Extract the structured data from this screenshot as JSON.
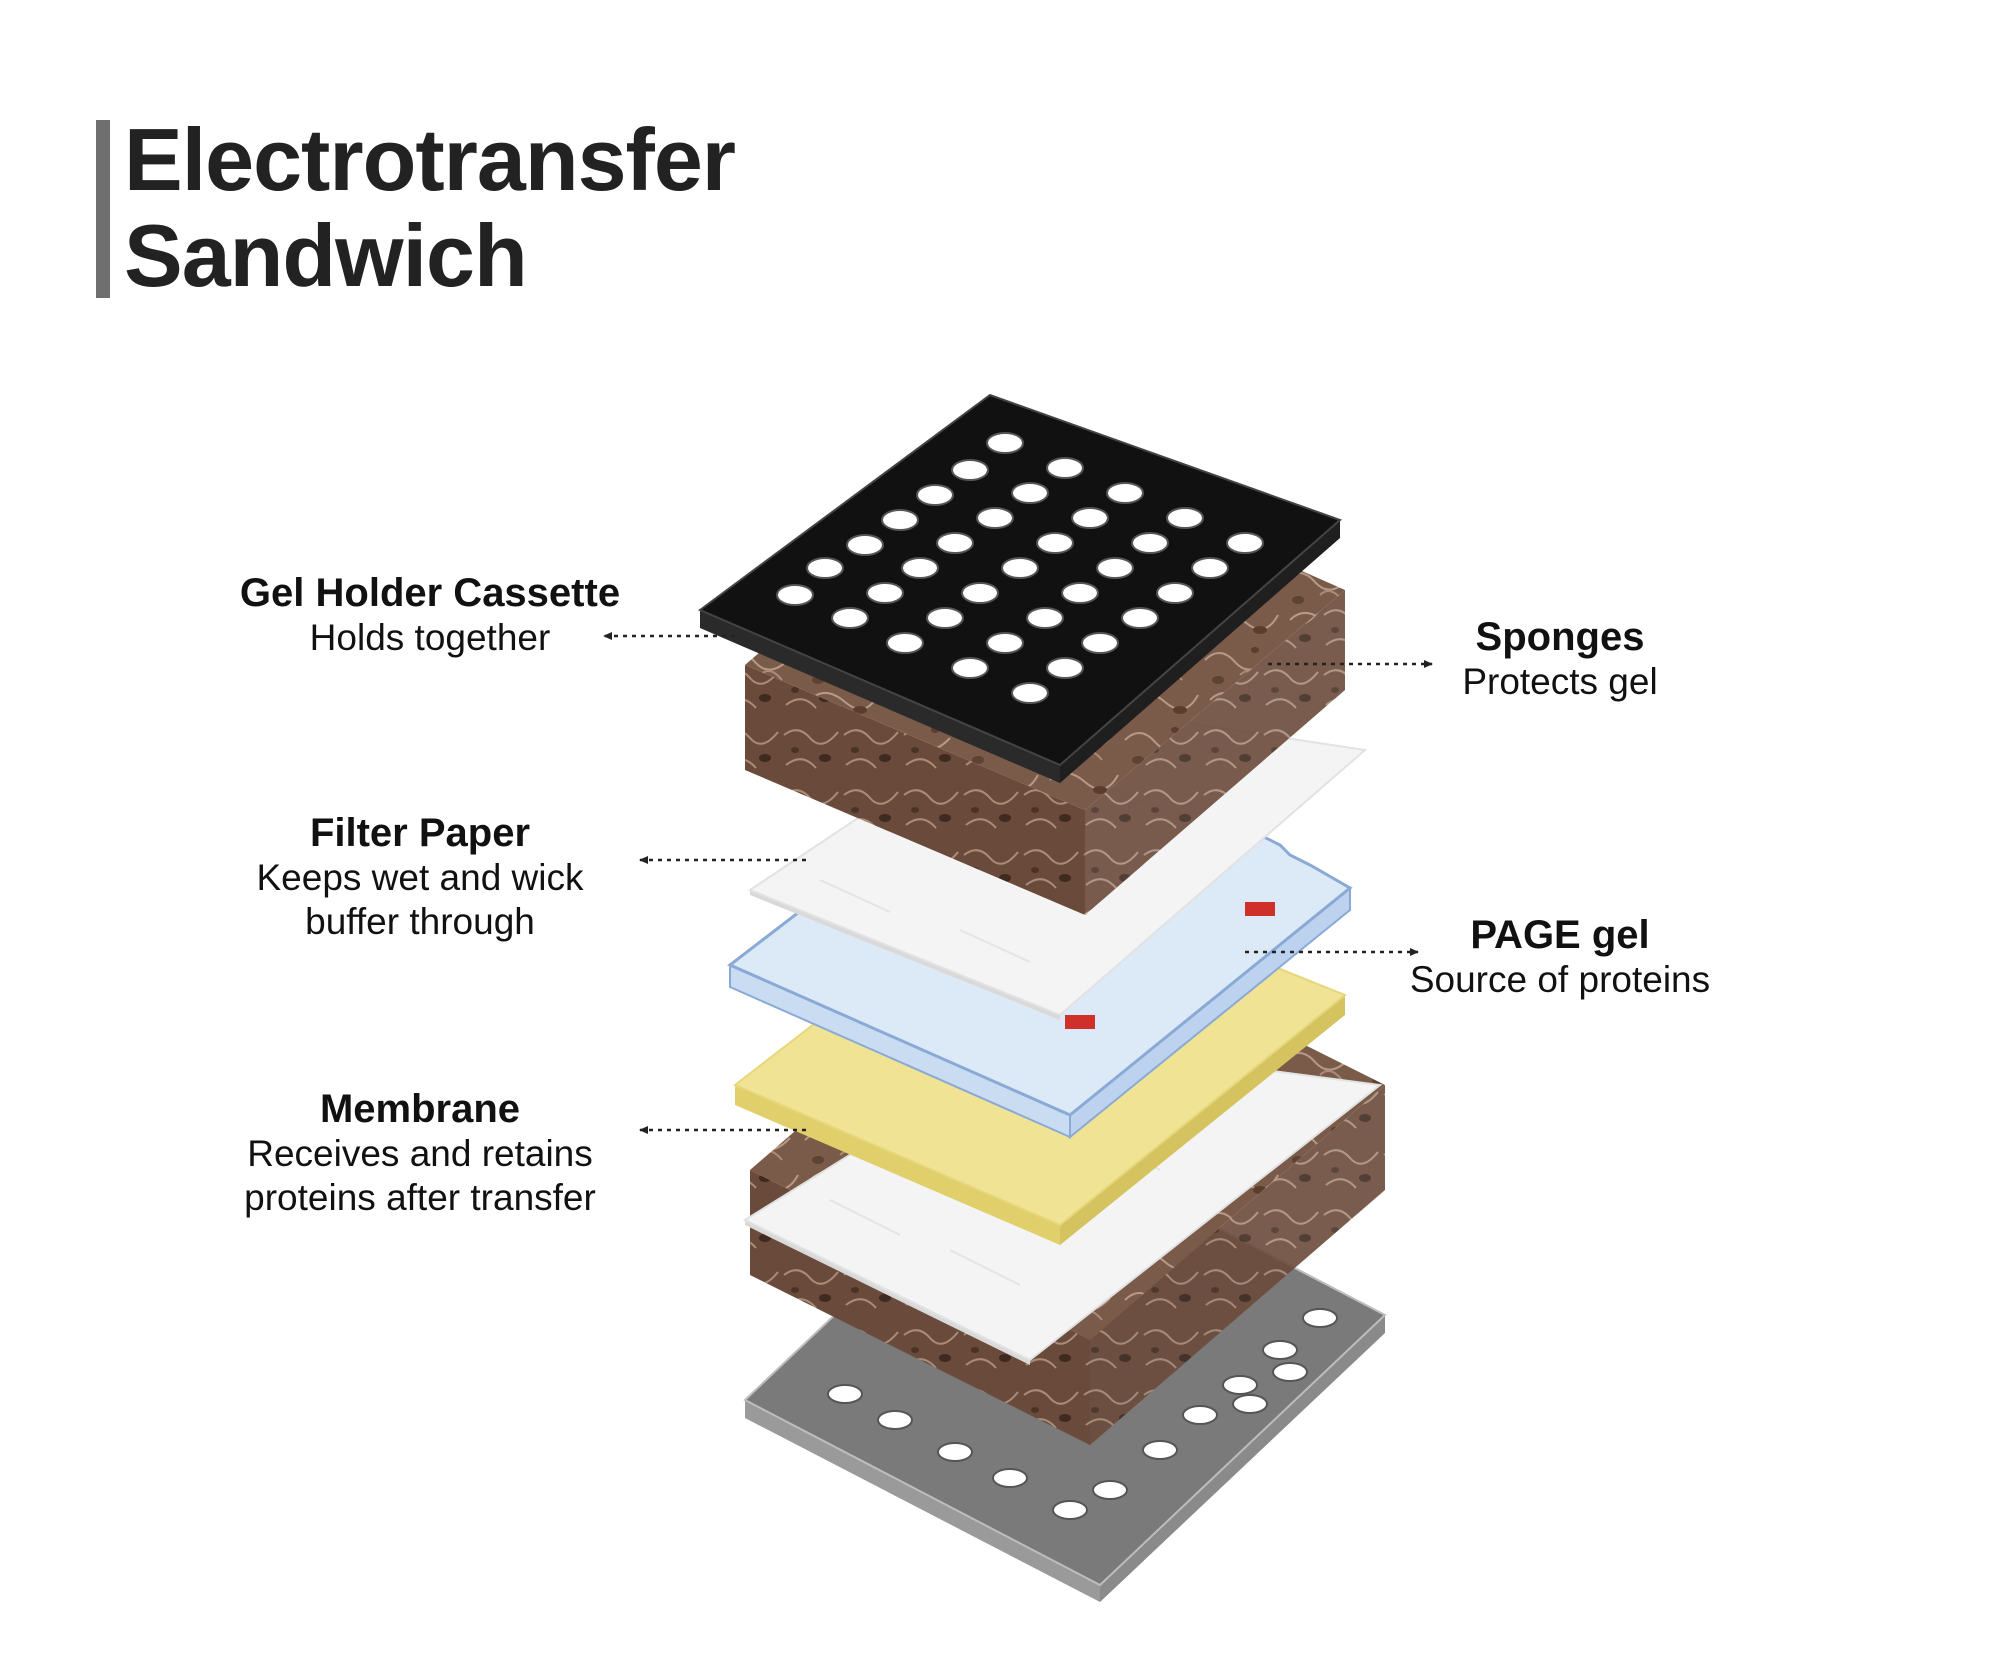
{
  "title": {
    "line1": "Electrotransfer",
    "line2": "Sandwich"
  },
  "labels": {
    "cassette": {
      "head": "Gel Holder Cassette",
      "desc": "Holds together"
    },
    "sponges": {
      "head": "Sponges",
      "desc": "Protects gel"
    },
    "filter": {
      "head": "Filter Paper",
      "desc_line1": "Keeps wet and wick",
      "desc_line2": "buffer through"
    },
    "gel": {
      "head": "PAGE gel",
      "desc": "Source of proteins"
    },
    "membrane": {
      "head": "Membrane",
      "desc_line1": "Receives and retains",
      "desc_line2": "proteins after transfer"
    }
  },
  "colors": {
    "cassette_black": "#111111",
    "cassette_grey": "#7a7a7a",
    "sponge_brown": "#7a5a48",
    "filter_white": "#f4f4f4",
    "gel_blue": "#dce9f7",
    "gel_edge": "#8aaad6",
    "membrane_yellow": "#f1e394",
    "marker_red": "#d0302a"
  }
}
